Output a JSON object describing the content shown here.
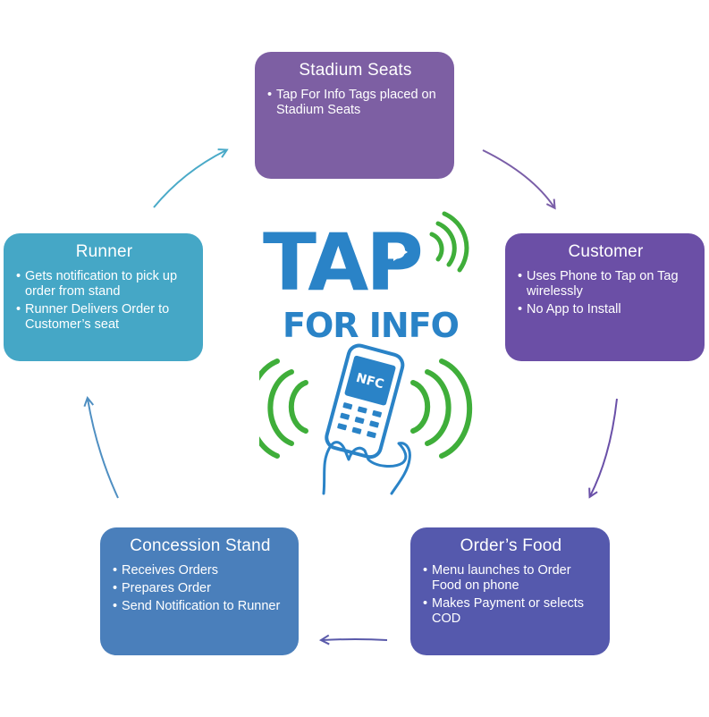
{
  "nodes": {
    "stadium_seats": {
      "title": "Stadium Seats",
      "bullets": [
        "Tap For Info Tags placed on Stadium Seats"
      ],
      "color": "#7d5fa3"
    },
    "customer": {
      "title": "Customer",
      "bullets": [
        "Uses Phone to Tap  on Tag wirelessly",
        "No App to Install"
      ],
      "color": "#6b4fa6"
    },
    "orders_food": {
      "title": "Order’s Food",
      "bullets": [
        "Menu launches to Order Food on phone",
        "Makes Payment or selects COD"
      ],
      "color": "#5559ad"
    },
    "concession_stand": {
      "title": "Concession Stand",
      "bullets": [
        "Receives Orders",
        "Prepares Order",
        "Send Notification to Runner"
      ],
      "color": "#4a7fbb"
    },
    "runner": {
      "title": "Runner",
      "bullets": [
        "Gets notification to pick up order from stand",
        "Runner Delivers Order to Customer’s seat"
      ],
      "color": "#45a7c6"
    }
  },
  "logo": {
    "main_text": "TAP",
    "sub_text": "FOR INFO",
    "phone_label": "NFC",
    "brand_blue": "#2a83c7",
    "wave_green": "#3fae3a"
  }
}
